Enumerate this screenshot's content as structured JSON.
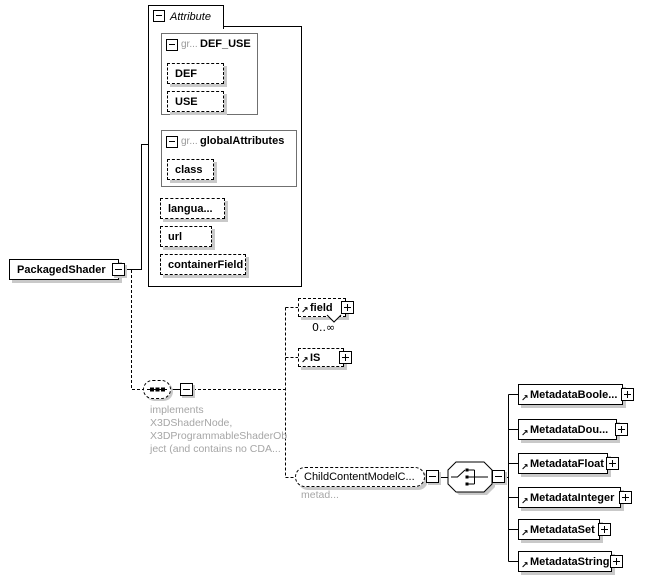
{
  "root_element": {
    "label": "PackagedShader"
  },
  "attribute_panel": {
    "title": "Attribute",
    "groups": [
      {
        "prefix": "gr...",
        "name": "DEF_USE",
        "attributes": [
          {
            "label": "DEF"
          },
          {
            "label": "USE"
          }
        ]
      },
      {
        "prefix": "gr...",
        "name": "globalAttributes",
        "attributes": [
          {
            "label": "class"
          }
        ]
      }
    ],
    "attributes": [
      {
        "label": "langua..."
      },
      {
        "label": "url"
      },
      {
        "label": "containerField"
      }
    ]
  },
  "sequence": {
    "annotation_lines": [
      "implements",
      "X3DShaderNode,",
      "X3DProgrammableShaderOb",
      "ject (and contains no CDA..."
    ]
  },
  "children": {
    "field": {
      "label": "field",
      "multiplicity": "0..∞"
    },
    "is": {
      "label": "IS"
    },
    "child_content_model": {
      "label": "ChildContentModelC...",
      "annotation": "metad..."
    }
  },
  "choice_members": [
    {
      "label": "MetadataBoole..."
    },
    {
      "label": "MetadataDou..."
    },
    {
      "label": "MetadataFloat"
    },
    {
      "label": "MetadataInteger"
    },
    {
      "label": "MetadataSet"
    },
    {
      "label": "MetadataString"
    }
  ],
  "icons": {
    "reference_arrow": "↗",
    "collapse": "minus-box",
    "expand": "plus-box",
    "sequence": "sequence-dots",
    "choice": "choice-switch"
  },
  "colors": {
    "border": "#000000",
    "group_border": "#707070",
    "shadow": "#c9c9c9",
    "annotation_text": "#a6a6a6",
    "muted_prefix": "#9a9a9a"
  }
}
